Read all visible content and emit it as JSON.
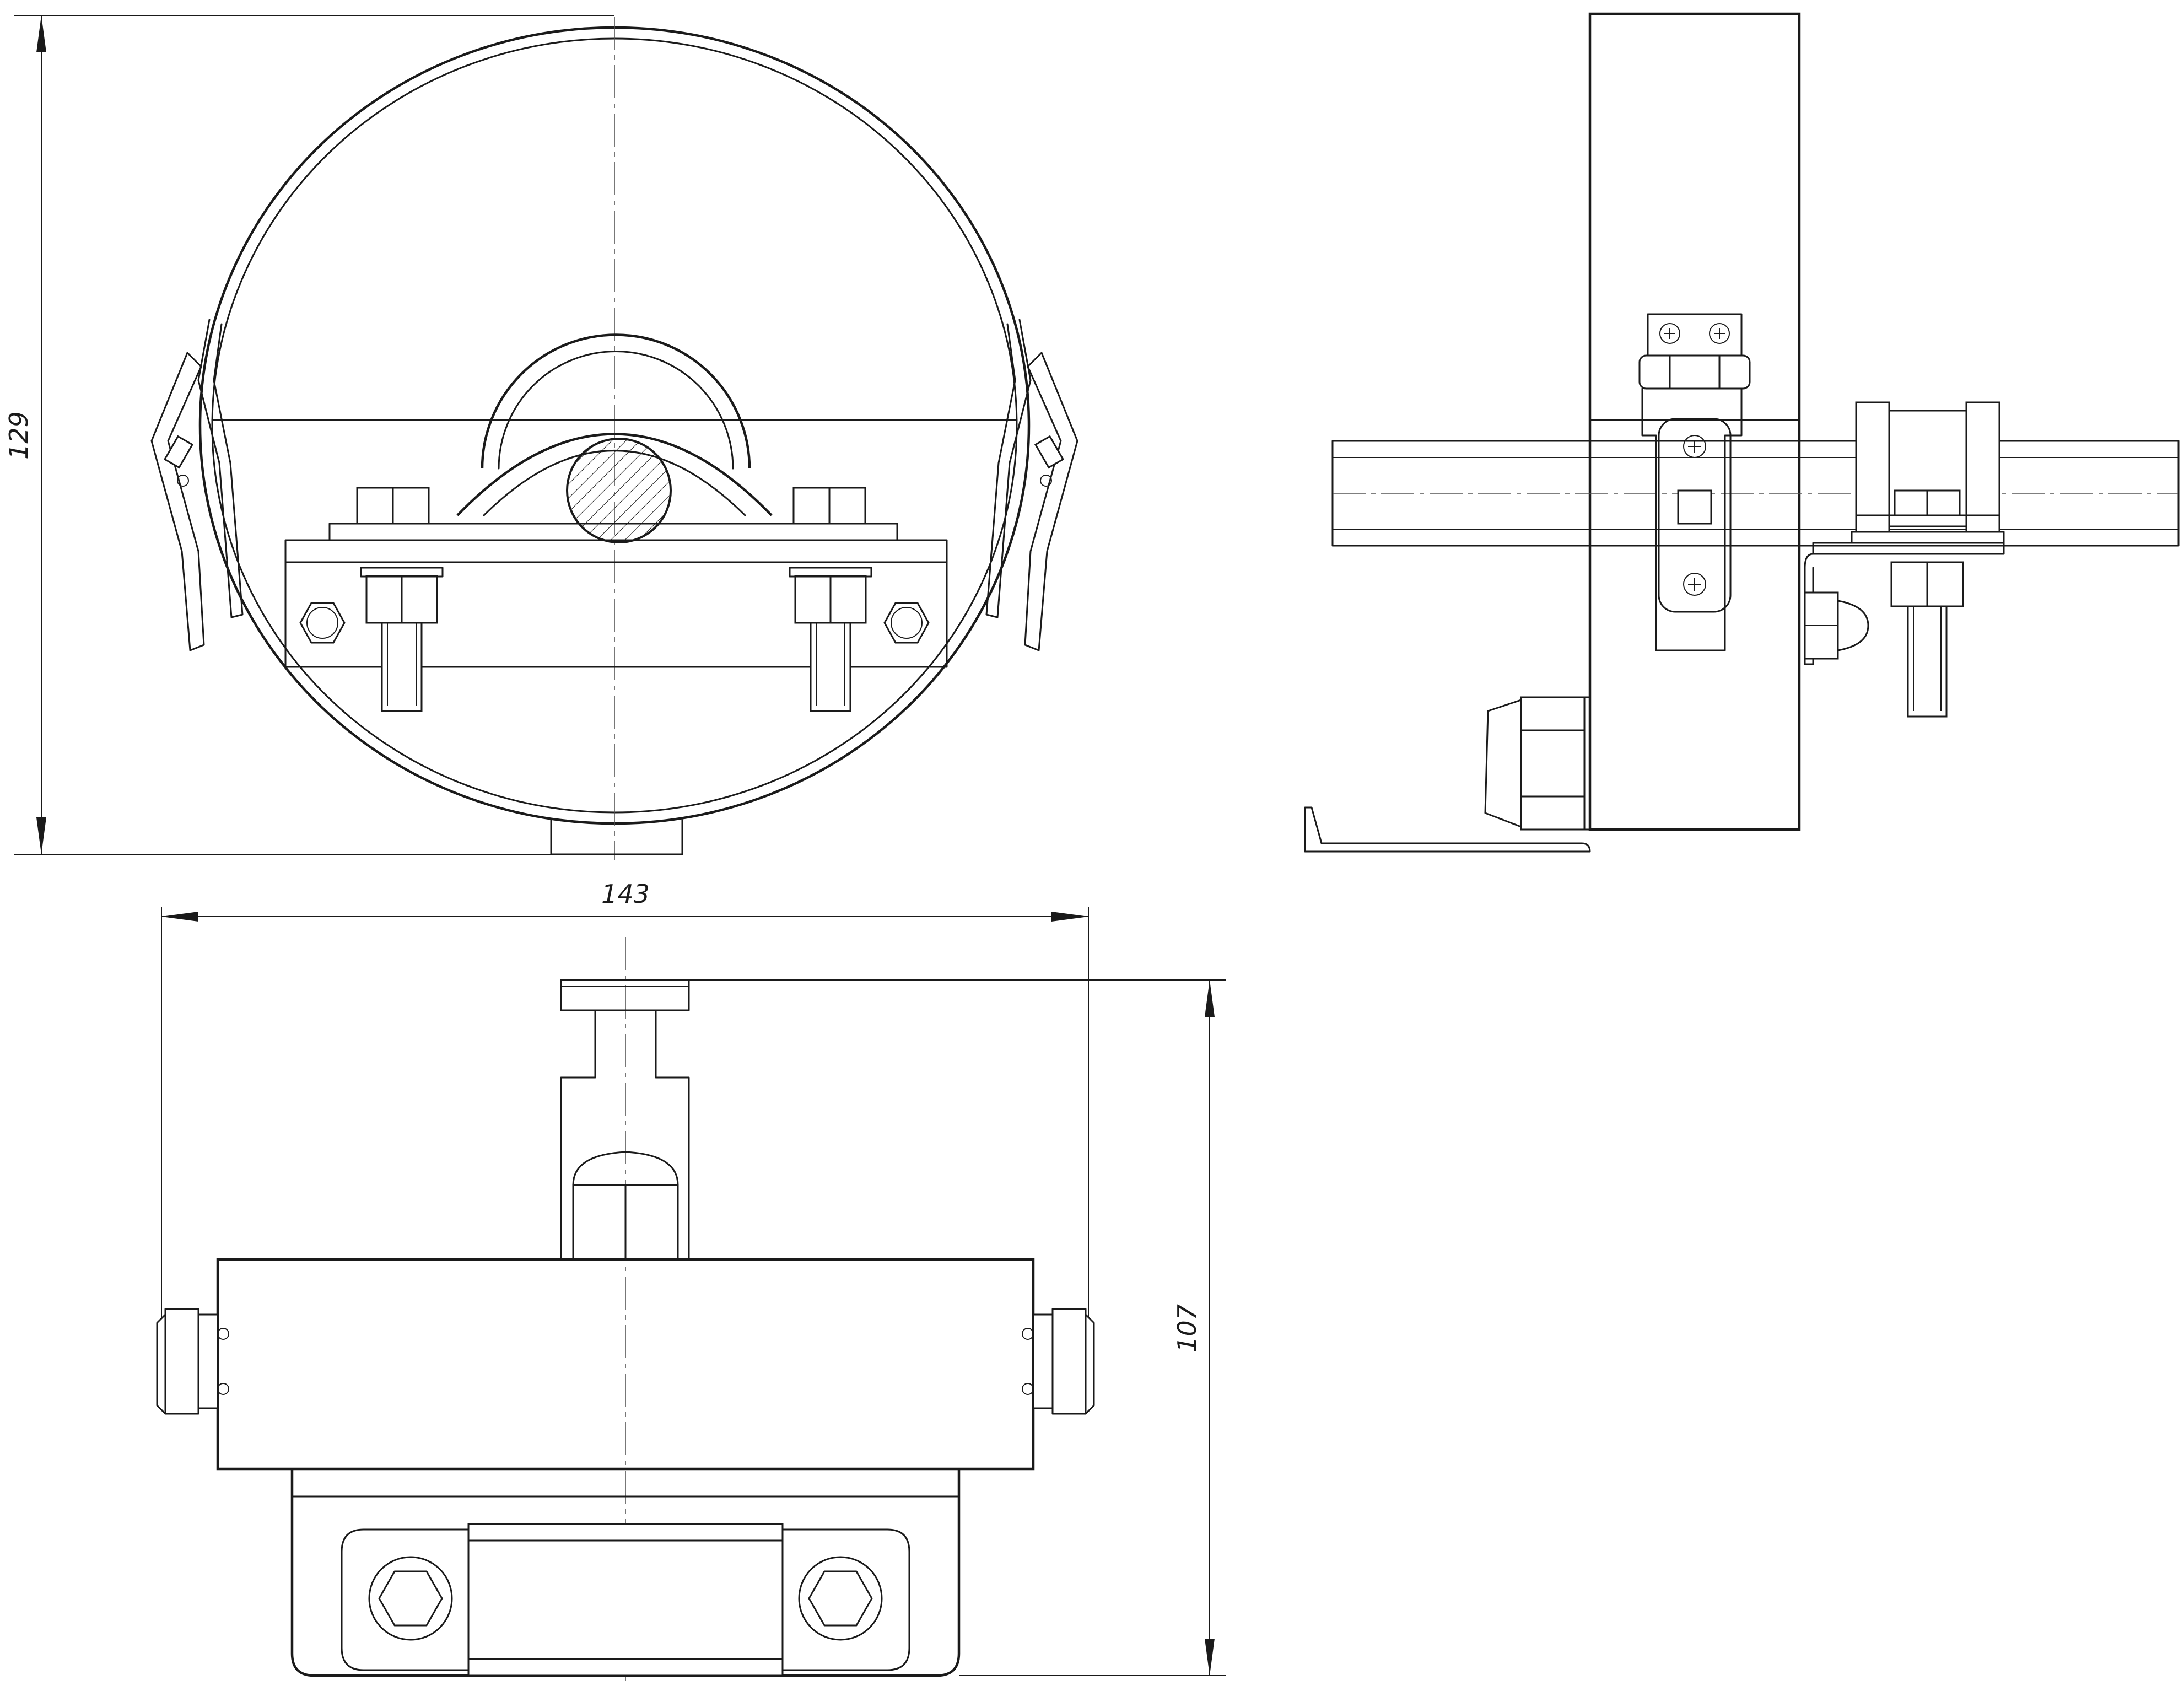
{
  "drawing": {
    "background": "#ffffff",
    "line_color": "#1a1a1a",
    "views": [
      "front-view",
      "side-view",
      "top-view"
    ],
    "dimensions": {
      "height": "129",
      "width": "143",
      "depth": "107"
    }
  }
}
